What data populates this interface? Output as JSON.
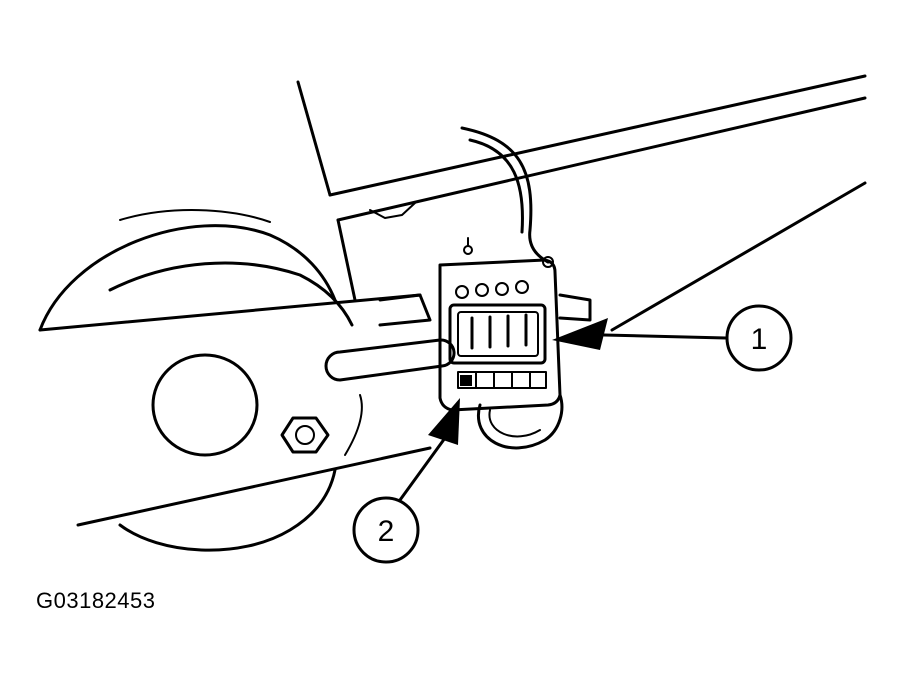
{
  "figure": {
    "figure_id": "G03182453",
    "callouts": [
      {
        "label": "1",
        "target": "connector"
      },
      {
        "label": "2",
        "target": "locking-tab"
      }
    ]
  },
  "colors": {
    "line": "#000000",
    "background": "#ffffff"
  }
}
